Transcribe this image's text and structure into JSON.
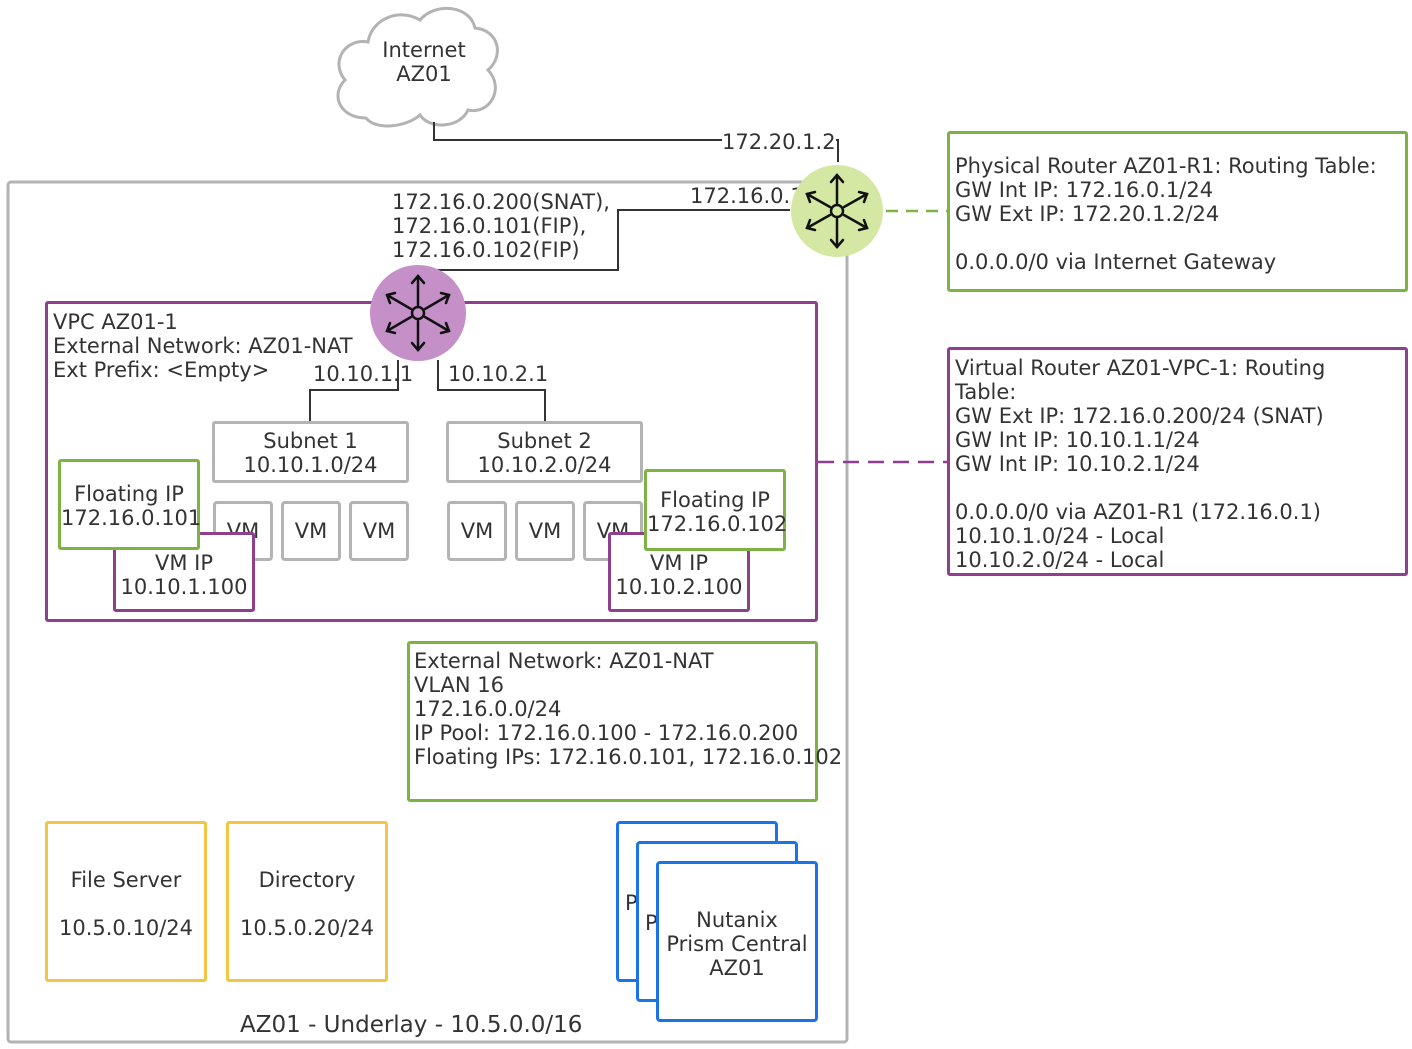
{
  "internet": {
    "line1": "Internet",
    "line2": "AZ01"
  },
  "links": {
    "phys_ext_ip": "172.20.1.2",
    "phys_int_ip": "172.16.0.1",
    "vrouter_ext_ips": [
      "172.16.0.200(SNAT),",
      "172.16.0.101(FIP),",
      "172.16.0.102(FIP)"
    ],
    "subnet1_gw": "10.10.1.1",
    "subnet2_gw": "10.10.2.1"
  },
  "physical_router_table": {
    "lines": [
      "Physical Router AZ01-R1: Routing Table:",
      "GW Int IP: 172.16.0.1/24",
      "GW Ext IP: 172.20.1.2/24",
      "",
      "0.0.0.0/0 via Internet Gateway"
    ]
  },
  "virtual_router_table": {
    "lines": [
      "Virtual Router AZ01-VPC-1: Routing",
      "Table:",
      "GW Ext IP: 172.16.0.200/24 (SNAT)",
      "GW Int IP: 10.10.1.1/24",
      "GW Int IP: 10.10.2.1/24",
      "",
      "0.0.0.0/0 via AZ01-R1 (172.16.0.1)",
      "10.10.1.0/24 - Local",
      "10.10.2.0/24 - Local"
    ]
  },
  "vpc": {
    "lines": [
      "VPC AZ01-1",
      "External Network: AZ01-NAT",
      "Ext Prefix: <Empty>"
    ]
  },
  "subnets": [
    {
      "name": "Subnet 1",
      "cidr": "10.10.1.0/24"
    },
    {
      "name": "Subnet 2",
      "cidr": "10.10.2.0/24"
    }
  ],
  "vm_label": "VM",
  "floating_ips": [
    {
      "title": "Floating IP",
      "ip": "172.16.0.101",
      "vm_title": "VM IP",
      "vm_ip": "10.10.1.100"
    },
    {
      "title": "Floating IP",
      "ip": "172.16.0.102",
      "vm_title": "VM IP",
      "vm_ip": "10.10.2.100"
    }
  ],
  "external_network": {
    "lines": [
      "External Network: AZ01-NAT",
      "VLAN 16",
      "172.16.0.0/24",
      "IP Pool: 172.16.0.100 - 172.16.0.200",
      "Floating IPs: 172.16.0.101, 172.16.0.102"
    ]
  },
  "services": [
    {
      "name": "File Server",
      "ip": "10.5.0.10/24"
    },
    {
      "name": "Directory",
      "ip": "10.5.0.20/24"
    }
  ],
  "prism": {
    "lines": [
      "Nutanix",
      "Prism Central",
      "AZ01"
    ],
    "stack_letter": "P"
  },
  "underlay": {
    "label": "AZ01 - Underlay - 10.5.0.0/16"
  },
  "colors": {
    "green": "#7cb342",
    "purple": "#8e3f8e",
    "grey": "#b3b3b3",
    "yellow": "#f4c542",
    "blue": "#1a73e8",
    "physical_router_fill": "#d4e8a4",
    "virtual_router_fill": "#c58fc8"
  }
}
